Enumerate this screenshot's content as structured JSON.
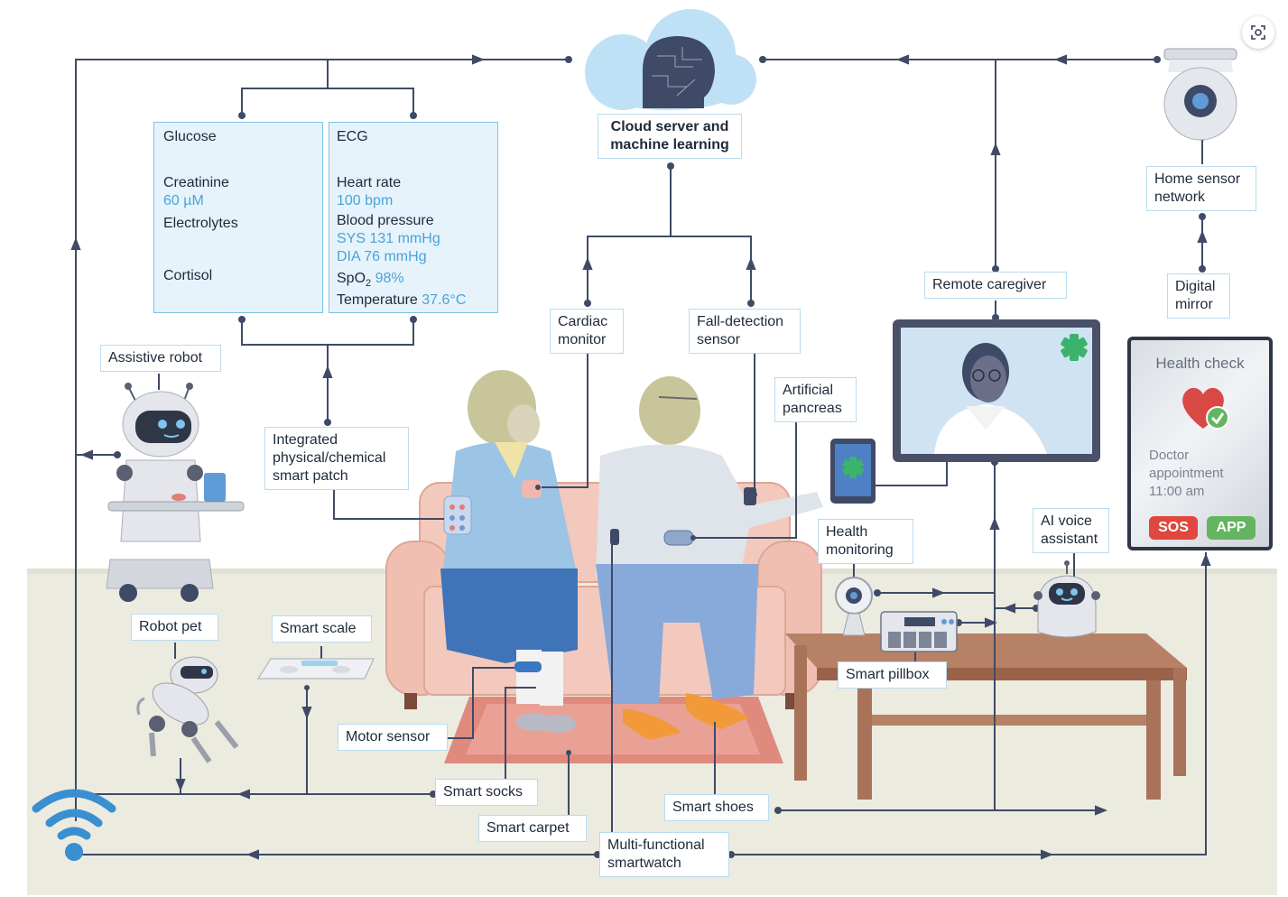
{
  "labels": {
    "cloud_server": "Cloud server and\nmachine learning",
    "home_sensor_network": "Home sensor\nnetwork",
    "digital_mirror": "Digital\nmirror",
    "remote_caregiver": "Remote caregiver",
    "cardiac_monitor": "Cardiac\nmonitor",
    "fall_detection_sensor": "Fall-detection\nsensor",
    "artificial_pancreas": "Artificial\npancreas",
    "assistive_robot": "Assistive robot",
    "integrated_patch": "Integrated\nphysical/chemical\nsmart patch",
    "health_monitoring": "Health\nmonitoring",
    "ai_voice_assistant": "AI voice\nassistant",
    "robot_pet": "Robot pet",
    "smart_scale": "Smart scale",
    "smart_pillbox": "Smart pillbox",
    "motor_sensor": "Motor sensor",
    "smart_socks": "Smart socks",
    "smart_shoes": "Smart shoes",
    "smart_carpet": "Smart carpet",
    "multifunctional_smartwatch": "Multi-functional\nsmartwatch"
  },
  "chemical_panel": {
    "glucose": "Glucose",
    "creatinine": "Creatinine",
    "creatinine_value": "60 µM",
    "electrolytes": "Electrolytes",
    "cortisol": "Cortisol"
  },
  "physical_panel": {
    "ecg": "ECG",
    "heart_rate": "Heart rate",
    "heart_rate_value": "100 bpm",
    "blood_pressure": "Blood pressure",
    "systolic": "SYS 131 mmHg",
    "diastolic": "DIA 76 mmHg",
    "spo2_label": "SpO",
    "spo2_sub": "2",
    "spo2_value": "98%",
    "temperature": "Temperature",
    "temperature_value": "37.6°C"
  },
  "mirror": {
    "title": "Health check",
    "appointment": "Doctor\nappointment\n11:00 am",
    "sos": "SOS",
    "app": "APP"
  },
  "colors": {
    "line": "#3f4a66",
    "panel_bg": "#e6f3fb",
    "panel_border": "#7cc1e6",
    "value_blue": "#4aa3d8",
    "label_border": "#b9dcef",
    "floor": "#ecebe0",
    "sofa": "#f3c9bd",
    "carpet": "#e08a7e",
    "table": "#a9735a",
    "cloud": "#bfe1f5",
    "wifi": "#3a8fd0",
    "sos": "#e0473e",
    "app": "#63b55f",
    "heart": "#d94a46"
  },
  "icons": [
    "cloud-brain-icon",
    "wifi-icon",
    "camera-icon",
    "tablet-icon",
    "robot-icon",
    "robot-pet-icon",
    "scale-icon",
    "webcam-icon",
    "pillbox-icon",
    "voice-assistant-icon",
    "heart-check-icon",
    "medical-star-icon",
    "expand-scan-icon"
  ]
}
